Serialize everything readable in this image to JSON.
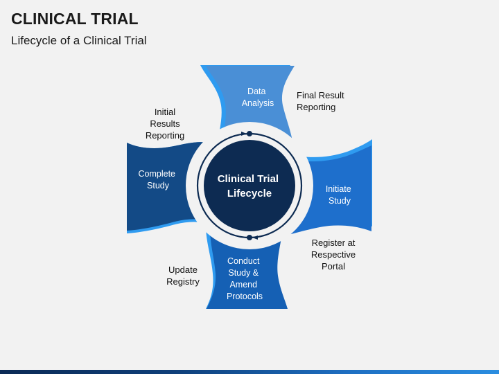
{
  "header": {
    "title": "CLINICAL TRIAL",
    "subtitle": "Lifecycle of a Clinical Trial"
  },
  "center": {
    "line1": "Clinical Trial",
    "line2": "Lifecycle"
  },
  "stages": [
    {
      "name": "data-analysis",
      "lines": [
        "Data",
        "Analysis"
      ],
      "color": "#4a8fd6"
    },
    {
      "name": "initiate-study",
      "lines": [
        "Initiate",
        "Study"
      ],
      "color": "#1e6fcc"
    },
    {
      "name": "conduct-study",
      "lines": [
        "Conduct",
        "Study &",
        "Amend",
        "Protocols"
      ],
      "color": "#1560b4"
    },
    {
      "name": "complete-study",
      "lines": [
        "Complete",
        "Study"
      ],
      "color": "#134a86"
    }
  ],
  "annotations": {
    "final_result": "Final Result\nReporting",
    "initial_results": "Initial\nResults\nReporting",
    "register": "Register at\nRespective\nPortal",
    "update_registry": "Update\nRegistry"
  },
  "colors": {
    "center_fill": "#0d2b52",
    "accent_light": "#2f9bf0",
    "ring": "#0d2b52"
  }
}
